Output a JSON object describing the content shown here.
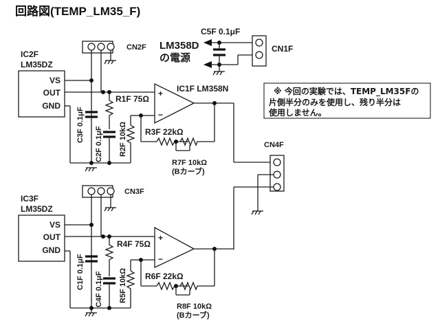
{
  "title": "回路図(TEMP_LM35_F)",
  "note": {
    "lines": [
      "※ 今回の実験では、TEMP_LM35Fの",
      "片側半分のみを使用し、残り半分は",
      "使用しません。"
    ]
  },
  "power": {
    "label_line1": "LM358D",
    "label_line2": "の電源",
    "capacitor": "C5F 0.1μF",
    "connector": "CN1F"
  },
  "output_connector": "CN4F",
  "channels": [
    {
      "sensor_ref": "IC2F",
      "sensor_part": "LM35DZ",
      "pins": [
        "VS",
        "OUT",
        "GND"
      ],
      "connector": "CN2F",
      "cap_supply": "C3F 0.1μF",
      "cap_filter": "C2F 0.1μF",
      "res_series": "R1F 75Ω",
      "res_ground": "R2F 10kΩ",
      "opamp": "IC1F LM358N",
      "res_feedback": "R3F 22kΩ",
      "pot": "R7F 10kΩ",
      "pot_curve": "(Bカーブ)",
      "plus": "+",
      "minus": "−"
    },
    {
      "sensor_ref": "IC3F",
      "sensor_part": "LM35DZ",
      "pins": [
        "VS",
        "OUT",
        "GND"
      ],
      "connector": "CN3F",
      "cap_supply": "C1F 0.1μF",
      "cap_filter": "C4F 0.1μF",
      "res_series": "R4F 75Ω",
      "res_ground": "R5F 10kΩ",
      "opamp": "",
      "res_feedback": "R6F 22kΩ",
      "pot": "R8F 10kΩ",
      "pot_curve": "(Bカーブ)",
      "plus": "+",
      "minus": "−"
    }
  ]
}
